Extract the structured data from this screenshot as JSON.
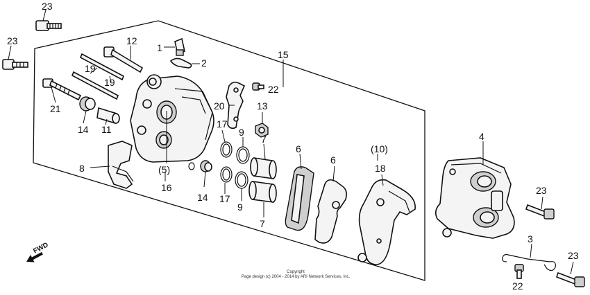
{
  "diagram": {
    "callouts": {
      "c1": "1",
      "c2": "2",
      "c3": "3",
      "c4": "4",
      "c5": "(5)",
      "c6a": "6",
      "c6b": "6",
      "c7a": "7",
      "c7b": "7",
      "c8": "8",
      "c9a": "9",
      "c9b": "9",
      "c10": "(10)",
      "c11": "11",
      "c12": "12",
      "c13": "13",
      "c14a": "14",
      "c14b": "14",
      "c15": "15",
      "c16": "16",
      "c17a": "17",
      "c17b": "17",
      "c18": "18",
      "c19a": "19",
      "c19b": "19",
      "c20": "20",
      "c21": "21",
      "c22a": "22",
      "c22b": "22",
      "c23a": "23",
      "c23b": "23",
      "c23c": "23",
      "c23d": "23"
    },
    "fwd_label": "FWD",
    "copyright_line1": "Copyright",
    "copyright_line2": "Page design (c) 2004 - 2014 by ARI Network Services, Inc."
  }
}
